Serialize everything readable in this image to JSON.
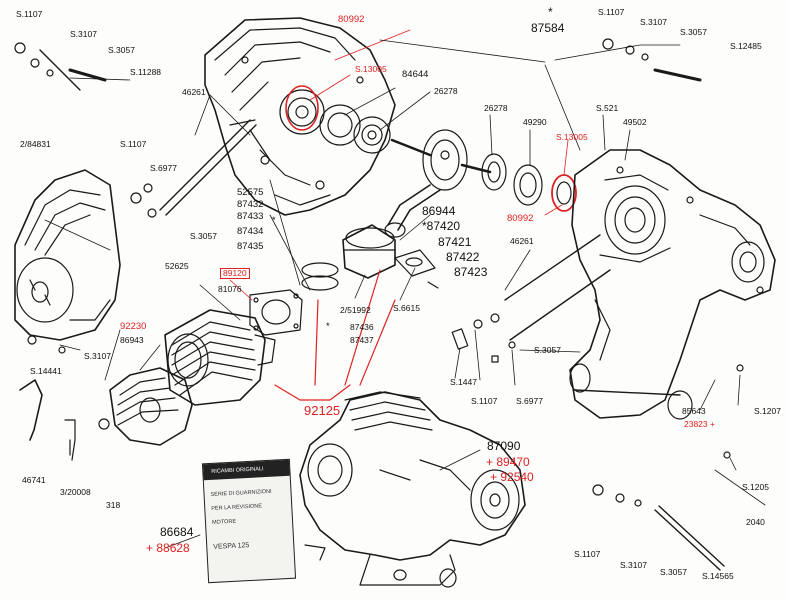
{
  "parts": {
    "p1": "S.1107",
    "p2": "S.3107",
    "p3": "S.3057",
    "p4": "S.11288",
    "p5": "80992",
    "p6": "S.13005",
    "p7": "84644",
    "p8": "26278",
    "p9": "46261",
    "p10": "2/84831",
    "p11": "S.1107",
    "p12": "S.6977",
    "p13": "S.3057",
    "p14": "*",
    "p15": "87584",
    "p16": "S.1107",
    "p17": "S.3107",
    "p18": "S.3057",
    "p19": "S.12485",
    "p20": "S.521",
    "p21": "26278",
    "p22": "49290",
    "p23": "S.13005",
    "p24": "49502",
    "p25": "80992",
    "p26": "52575",
    "p27": "87432",
    "p28": "87433",
    "p29": "87434",
    "p30": "87435",
    "p31": "86944",
    "p32": "*87420",
    "p33": "87421",
    "p34": "87422",
    "p35": "87423",
    "p36": "46261",
    "p37": "52625",
    "p38": "89120",
    "p39": "81076",
    "p40": "92230",
    "p41": "86943",
    "p42": "S.3107",
    "p43": "S.14441",
    "p44": "2/51992",
    "p45": "87436",
    "p46": "87437",
    "p47": "S.6615",
    "p48": "S.3057",
    "p49": "S.1447",
    "p50": "S.1107",
    "p51": "S.6977",
    "p52": "92125",
    "p53": "87090",
    "p54": "+ 89470",
    "p55": "+ 92540",
    "p56": "86684",
    "p57": "+ 88628",
    "p58": "46741",
    "p59": "3/20008",
    "p60": "318",
    "p61": "85643",
    "p62": "S.1207",
    "p63": "23823 +",
    "p64": "S.1205",
    "p65": "2040",
    "p66": "S.1107",
    "p67": "S.3107",
    "p68": "S.3057",
    "p69": "S.14565",
    "p70": "*",
    "p71": "*"
  },
  "card": {
    "header": "RICAMBI ORIGINALI",
    "line1": "SERIE DI GUARNIZIONI",
    "line2": "PER LA REVISIONE",
    "line3": "MOTORE",
    "line4": "VESPA 125"
  }
}
